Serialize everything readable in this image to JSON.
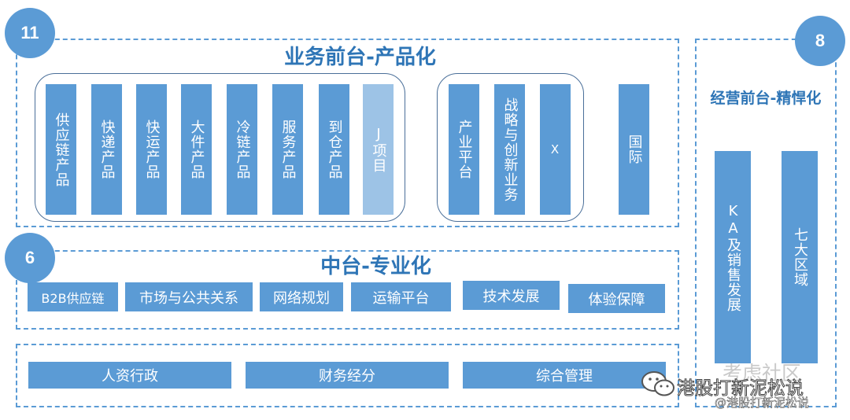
{
  "business": {
    "badge": "11",
    "title": "业务前台-产品化",
    "products": [
      "供应链产品",
      "快递产品",
      "快运产品",
      "大件产品",
      "冷链产品",
      "服务产品",
      "到仓产品",
      "J项目"
    ],
    "platform": [
      "产业平台",
      "战略与创新业务",
      "X"
    ],
    "international": "国际"
  },
  "operation": {
    "badge": "8",
    "title": "经营前台-精悍化",
    "columns": [
      "KA及销售发展",
      "七大区域"
    ]
  },
  "middle": {
    "badge": "6",
    "title": "中台-专业化",
    "items": [
      "B2B供应链",
      "市场与公共关系",
      "网络规划",
      "运输平台",
      "技术发展",
      "体验保障"
    ]
  },
  "back": {
    "items": [
      "人资行政",
      "财务经分",
      "综合管理"
    ]
  },
  "watermark": {
    "main": "港股打新泥松说",
    "faded": "考虑社区",
    "handle": "@港股打新泥松说"
  },
  "colors": {
    "accent": "#5b9bd5",
    "light": "#9dc3e6",
    "title": "#2e75b6"
  }
}
